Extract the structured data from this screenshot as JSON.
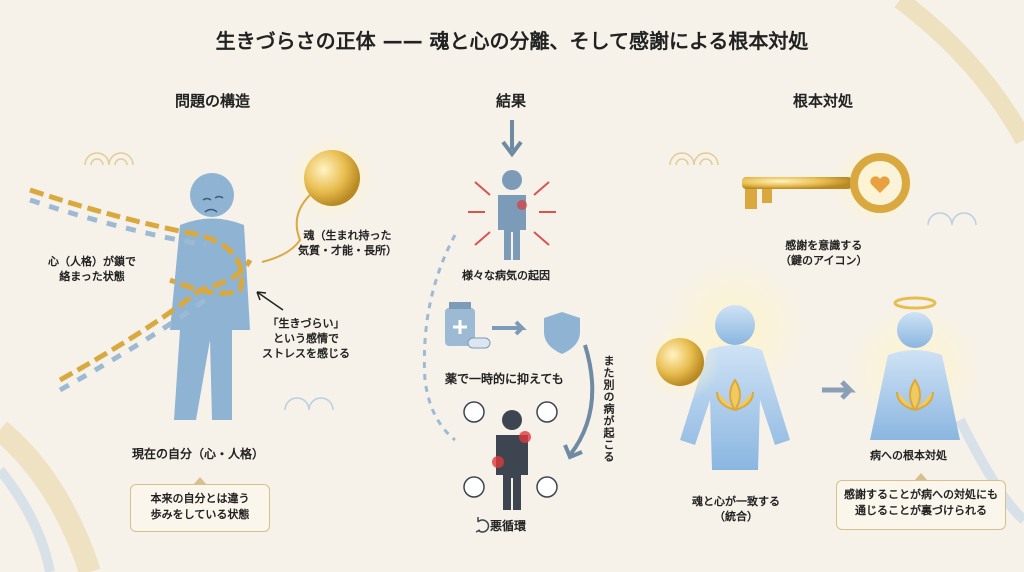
{
  "title": "生きづらさの正体 —— 魂と心の分離、そして感謝による根本対処",
  "sections": {
    "problem": {
      "heading": "問題の構造",
      "chain_label": [
        "心（人格）が鎖で",
        "絡まった状態"
      ],
      "soul_label": [
        "魂（生まれ持った",
        "気質・才能・長所）"
      ],
      "feeling_label": [
        "「生きづらい」",
        "という感情で",
        "ストレスを感じる"
      ],
      "self_label": "現在の自分（心・人格）",
      "callout": [
        "本来の自分とは違う",
        "歩みをしている状態"
      ]
    },
    "result": {
      "heading": "結果",
      "disease_label": "様々な病気の起因",
      "medicine_label": "薬で一時的に抑えても",
      "recur_label": "また別の病が起こる",
      "cycle_label": "悪循環"
    },
    "solution": {
      "heading": "根本対処",
      "key_label": [
        "感謝を意識する",
        "（鍵のアイコン）"
      ],
      "unity_label": [
        "魂と心が一致する",
        "（統合）"
      ],
      "root_label": "病への根本対処",
      "callout": [
        "感謝することが病への対処にも",
        "通じることが裏づけられる"
      ]
    }
  },
  "colors": {
    "figure": "#8fb3d3",
    "gold": "#e0b54a",
    "dark_figure": "#3d4550",
    "pain": "#e03a3a",
    "arrow": "#6f8aa3"
  }
}
